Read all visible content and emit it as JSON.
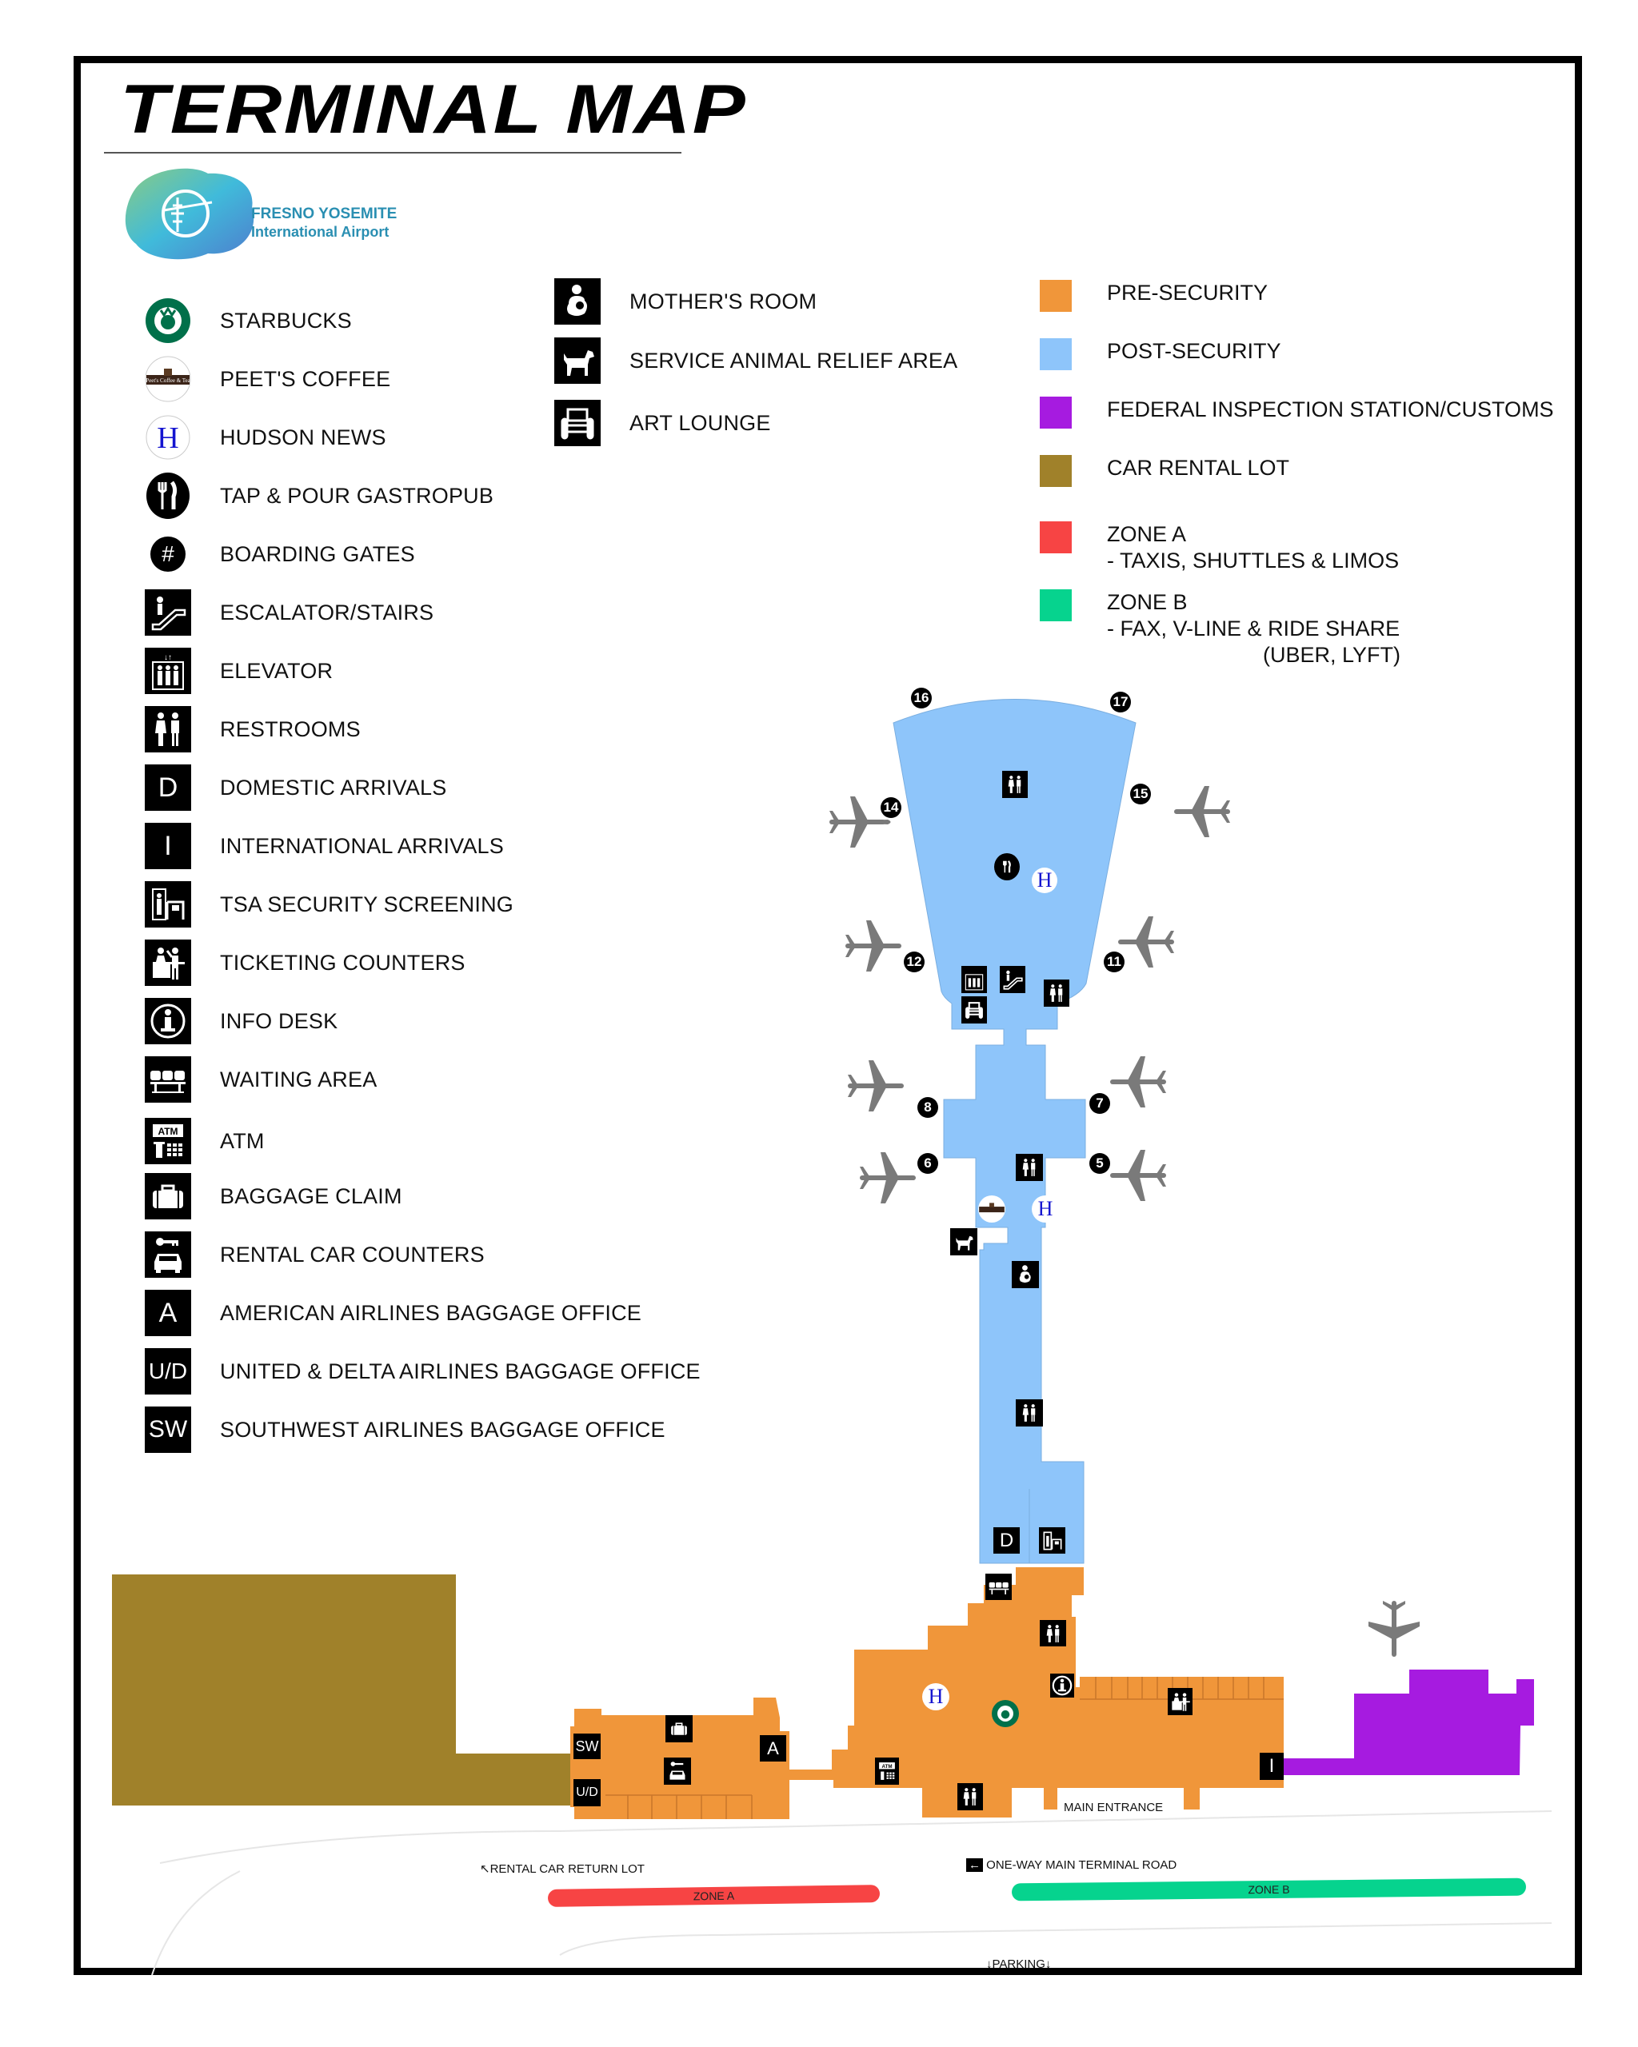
{
  "header": {
    "title": "TERMINAL MAP",
    "logo": {
      "line1": "FRESNO YOSEMITE",
      "line2": "International Airport"
    }
  },
  "colors": {
    "pre_security": "#F0963A",
    "post_security": "#8EC5FA",
    "customs": "#A61BE0",
    "car_rental_lot": "#A0812A",
    "zone_a": "#F74444",
    "zone_b": "#06D38E",
    "plane": "#7a7a7a",
    "hudson_h": "#1515d0",
    "starbucks": "#00704A"
  },
  "legend_icons": [
    {
      "icon": "starbucks-logo",
      "label": "STARBUCKS"
    },
    {
      "icon": "peets-coffee-logo",
      "label": "PEET'S COFFEE"
    },
    {
      "icon": "hudson-news-logo",
      "label": "HUDSON NEWS"
    },
    {
      "icon": "fork-knife-icon",
      "label": "TAP & POUR GASTROPUB"
    },
    {
      "icon": "gate-number-icon",
      "label": "BOARDING GATES",
      "glyph": "#"
    },
    {
      "icon": "escalator-icon",
      "label": "ESCALATOR/STAIRS"
    },
    {
      "icon": "elevator-icon",
      "label": "ELEVATOR"
    },
    {
      "icon": "restroom-icon",
      "label": "RESTROOMS"
    },
    {
      "icon": "domestic-arrivals-icon",
      "label": "DOMESTIC ARRIVALS",
      "glyph": "D"
    },
    {
      "icon": "international-arrivals-icon",
      "label": "INTERNATIONAL ARRIVALS",
      "glyph": "I"
    },
    {
      "icon": "tsa-screening-icon",
      "label": "TSA SECURITY SCREENING"
    },
    {
      "icon": "ticketing-icon",
      "label": "TICKETING COUNTERS"
    },
    {
      "icon": "info-icon",
      "label": "INFO DESK"
    },
    {
      "icon": "waiting-area-icon",
      "label": "WAITING AREA"
    },
    {
      "icon": "atm-icon",
      "label": "ATM",
      "glyph": "ATM"
    },
    {
      "icon": "baggage-claim-icon",
      "label": "BAGGAGE CLAIM"
    },
    {
      "icon": "rental-car-icon",
      "label": "RENTAL CAR COUNTERS"
    },
    {
      "icon": "american-airlines-icon",
      "label": "AMERICAN AIRLINES BAGGAGE OFFICE",
      "glyph": "A"
    },
    {
      "icon": "united-delta-icon",
      "label": "UNITED & DELTA AIRLINES BAGGAGE OFFICE",
      "glyph": "U/D"
    },
    {
      "icon": "southwest-icon",
      "label": "SOUTHWEST AIRLINES BAGGAGE OFFICE",
      "glyph": "SW"
    }
  ],
  "legend_amenities": [
    {
      "icon": "mothers-room-icon",
      "label": "MOTHER'S ROOM"
    },
    {
      "icon": "service-animal-icon",
      "label": "SERVICE ANIMAL RELIEF AREA"
    },
    {
      "icon": "art-lounge-icon",
      "label": "ART LOUNGE"
    }
  ],
  "legend_colors": [
    {
      "key": "pre_security",
      "label": "PRE-SECURITY"
    },
    {
      "key": "post_security",
      "label": "POST-SECURITY"
    },
    {
      "key": "customs",
      "label": "FEDERAL INSPECTION STATION/CUSTOMS"
    },
    {
      "key": "car_rental_lot",
      "label": "CAR RENTAL LOT"
    },
    {
      "key": "zone_a",
      "label": "ZONE A",
      "sub": "- TAXIS, SHUTTLES & LIMOS"
    },
    {
      "key": "zone_b",
      "label": "ZONE B",
      "sub": "- FAX, V-LINE & RIDE SHARE",
      "sub2": "(UBER, LYFT)"
    }
  ],
  "map": {
    "gates": [
      "16",
      "17",
      "14",
      "15",
      "12",
      "11",
      "8",
      "7",
      "6",
      "5"
    ],
    "markers": {
      "domestic": "D",
      "international": "I",
      "american": "A",
      "united_delta": "U/D",
      "southwest": "SW",
      "atm": "ATM",
      "hudson": "H"
    },
    "labels": {
      "main_entrance": "MAIN ENTRANCE",
      "rental_return": "RENTAL CAR RETURN LOT",
      "one_way_road": "ONE-WAY MAIN TERMINAL ROAD",
      "zone_a": "ZONE A",
      "zone_b": "ZONE B",
      "parking": "PARKING"
    }
  }
}
